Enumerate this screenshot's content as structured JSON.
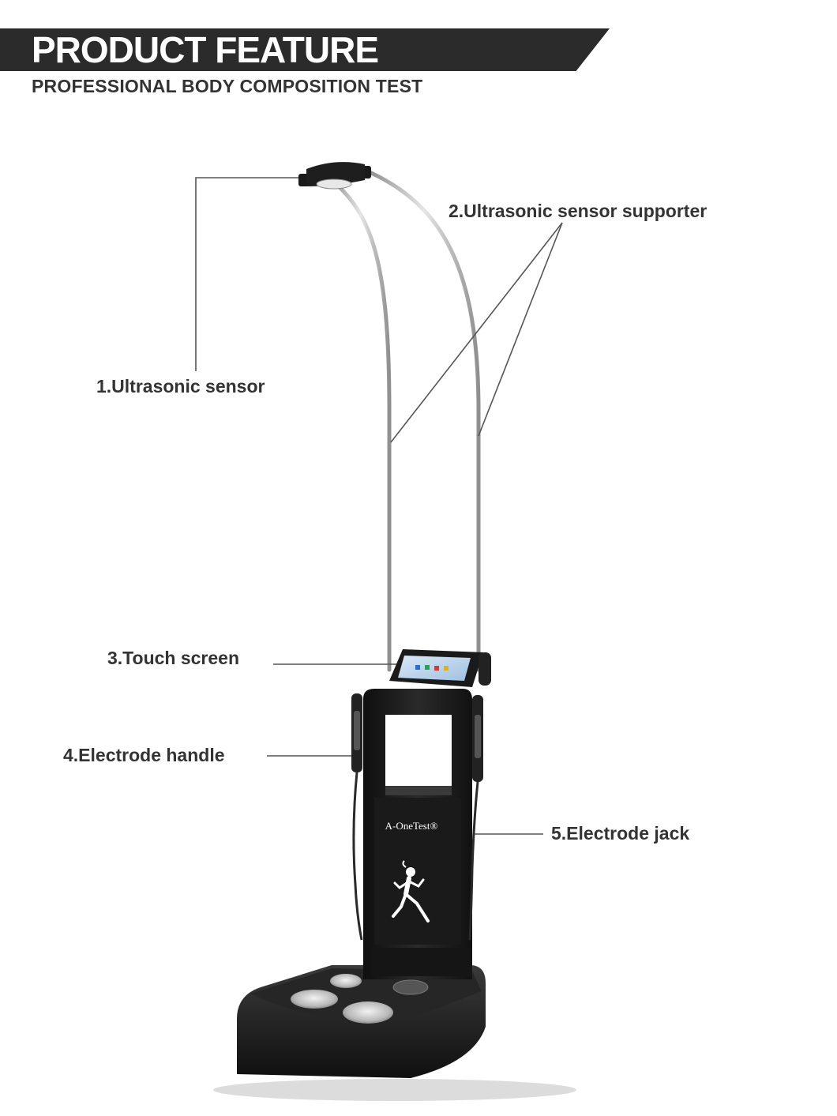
{
  "header": {
    "title": "PRODUCT FEATURE",
    "subtitle": "PROFESSIONAL BODY COMPOSITION TEST"
  },
  "device": {
    "brand_logo": "A-OneTest®",
    "figure_icon": "runner-icon"
  },
  "callouts": [
    {
      "label": "1.Ultrasonic sensor"
    },
    {
      "label": "2.Ultrasonic sensor supporter"
    },
    {
      "label": "3.Touch screen"
    },
    {
      "label": "4.Electrode handle"
    },
    {
      "label": "5.Electrode jack"
    }
  ],
  "colors": {
    "banner": "#2b2b2b",
    "device_body": "#1c1c1c",
    "rod": "#b5b5b5",
    "leader_line": "#555555",
    "text": "#333333"
  }
}
